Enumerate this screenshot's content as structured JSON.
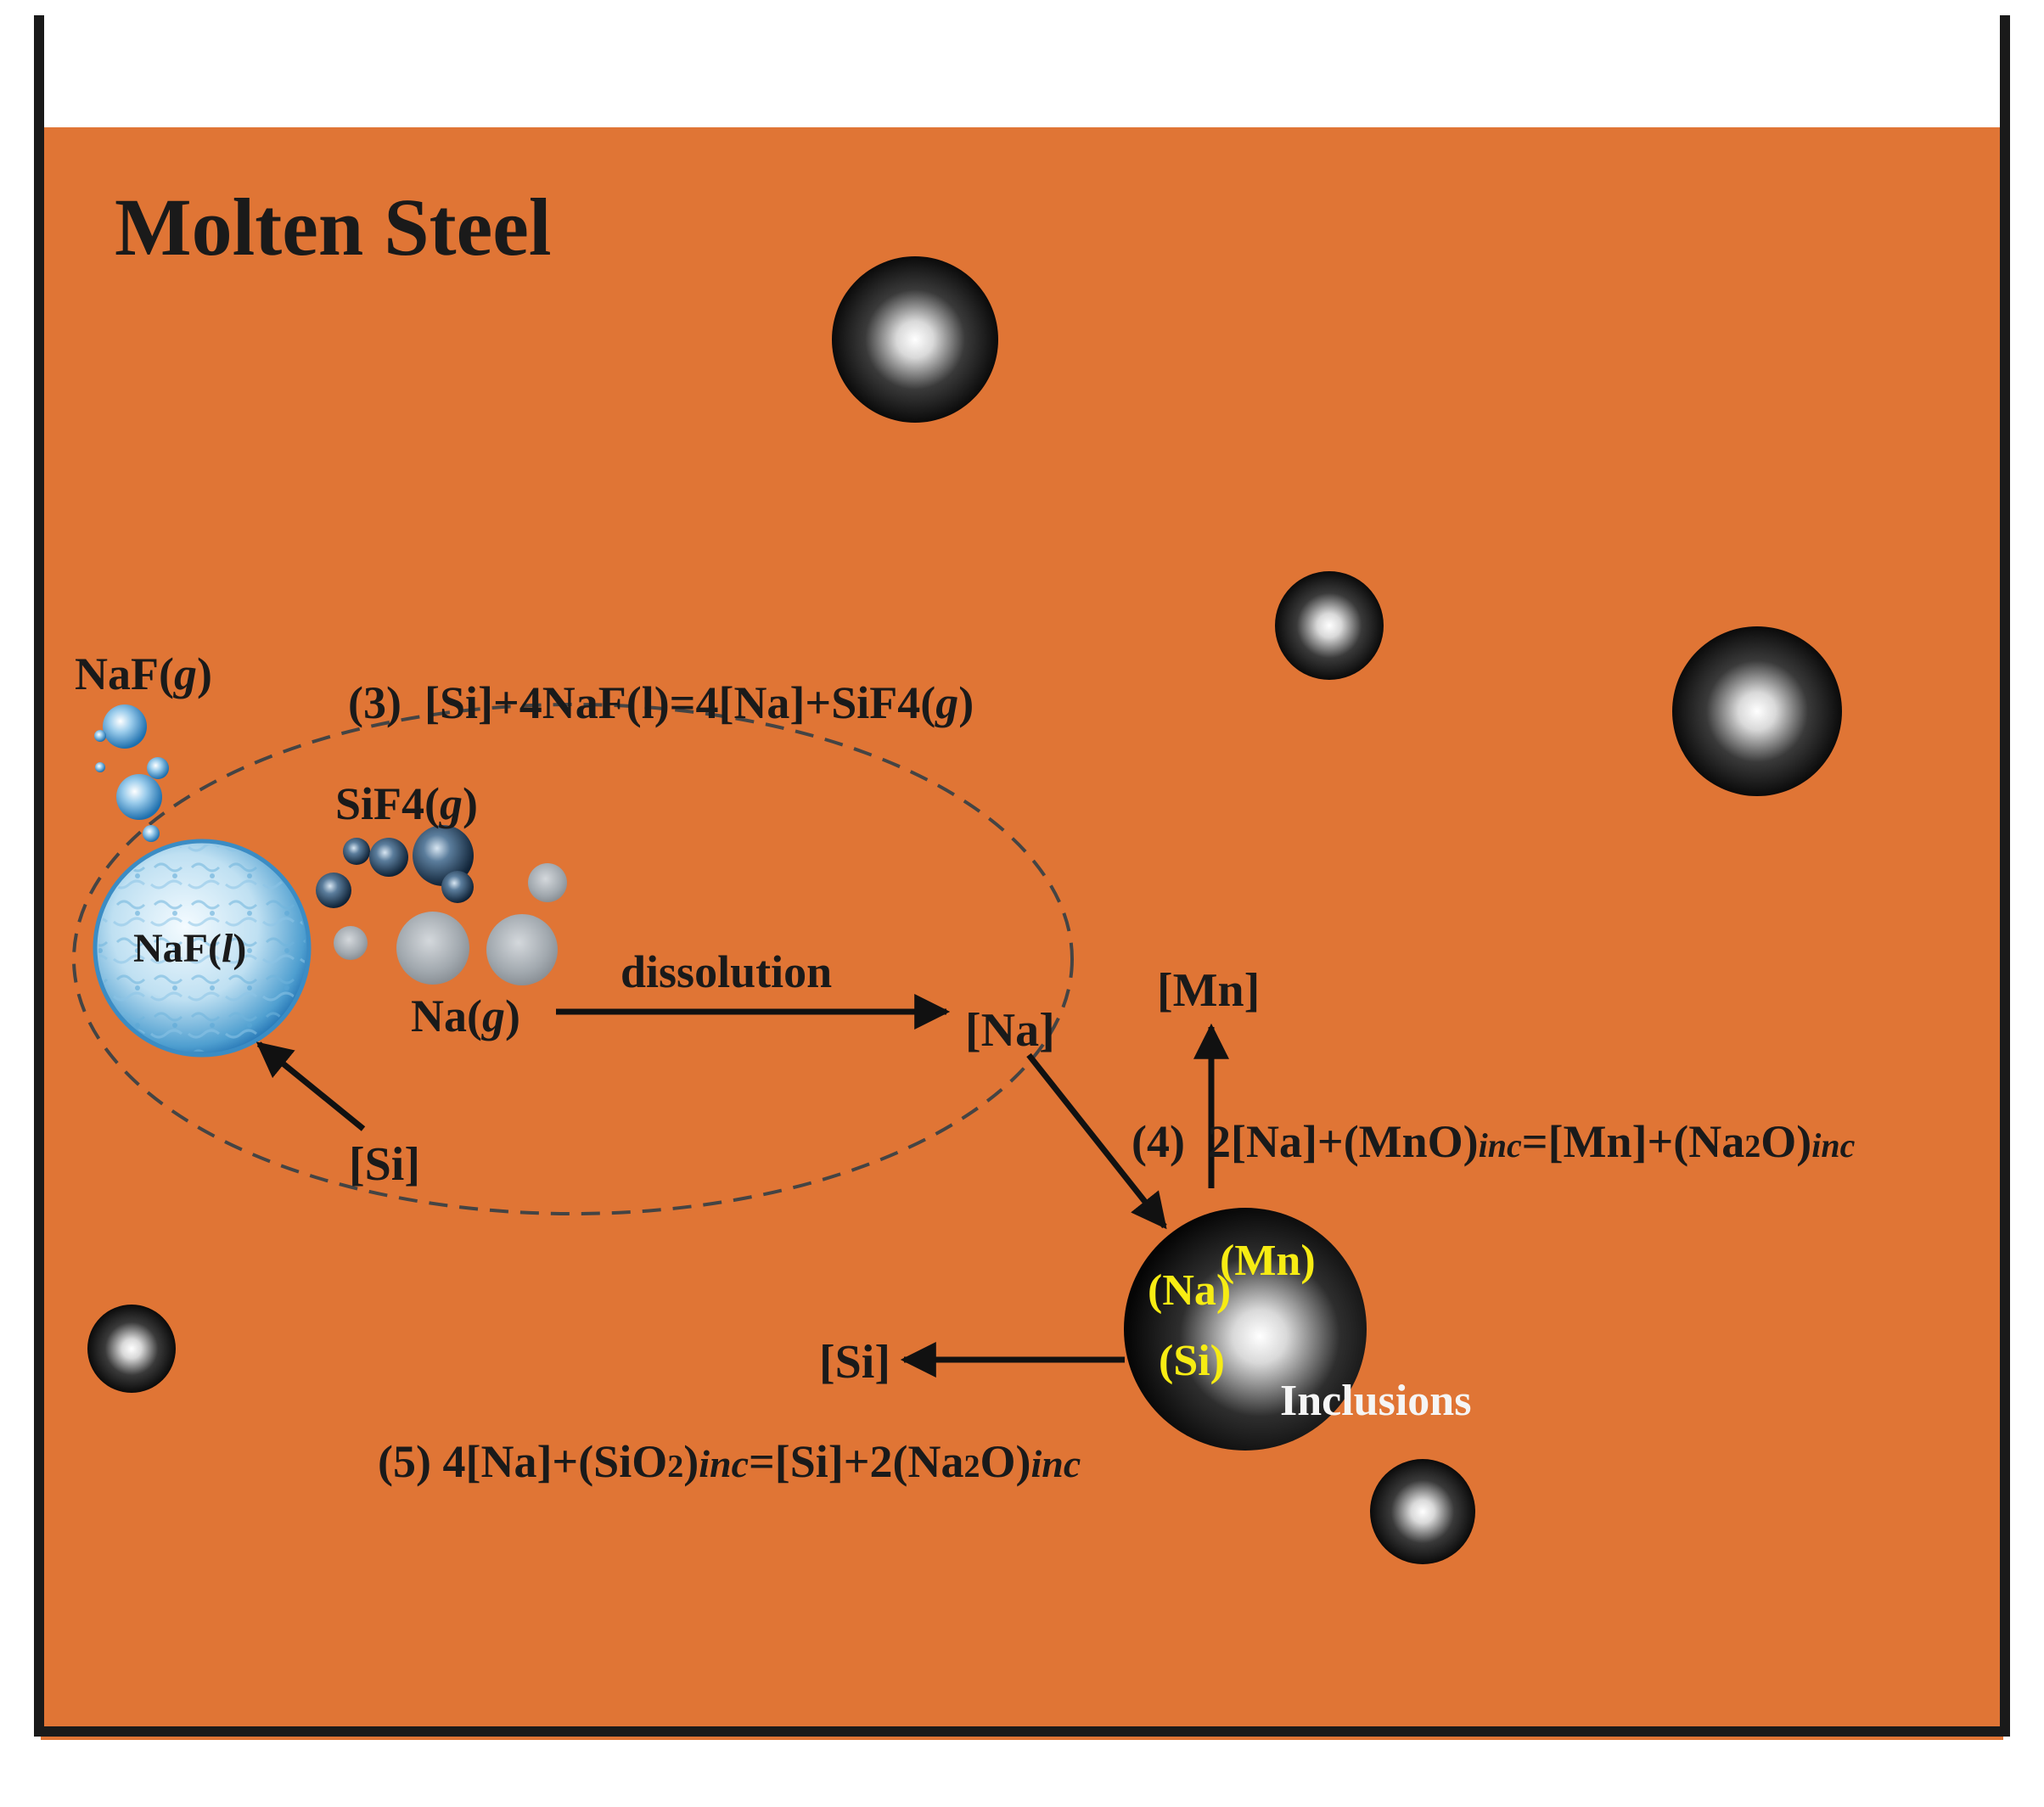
{
  "colors": {
    "steel": "#e07535",
    "outline": "#1a1a1a",
    "inclusion_label": "#f7ec13",
    "inclusions_text": "#f5f5f5",
    "naf_droplet": "#6fb4dc",
    "bubble_blue": "#2e89c8",
    "bubble_dark": "#1f3f60",
    "bubble_grey": "#a8aeb4"
  },
  "icons": {
    "inclusion": "dark-inclusion-sphere-icon",
    "naf_droplet": "naf-liquid-droplet-icon",
    "bubble": "gas-bubble-icon",
    "arrow": "reaction-arrow-icon"
  },
  "labels": {
    "title": "Molten Steel",
    "naf_gas": {
      "pre": "NaF(",
      "var": "g",
      "post": ")"
    },
    "reaction3": {
      "pre": "(3)  [Si]+4NaF(l)=4[Na]+SiF4(",
      "var": "g",
      "post": ")"
    },
    "sif4_gas": {
      "pre": "SiF4(",
      "var": "g",
      "post": ")"
    },
    "naf_liquid": {
      "pre": "NaF(",
      "var": "l",
      "post": ")"
    },
    "na_gas": {
      "pre": "Na(",
      "var": "g",
      "post": ")"
    },
    "dissolution": "dissolution",
    "na_dissolved": "[Na]",
    "si_reactant": "[Si]",
    "mn_product": "[Mn]",
    "reaction4": {
      "pre": "(4)  2[Na]+(MnO)",
      "sub1": "inc",
      "mid": "=[Mn]+(Na",
      "num": "2",
      "post": "O)",
      "sub2": "inc"
    },
    "inclusion_na": "(Na)",
    "inclusion_mn": "(Mn)",
    "inclusion_si": "(Si)",
    "inclusions": "Inclusions",
    "si_product": "[Si]",
    "reaction5": {
      "pre": "(5) 4[Na]+(SiO",
      "num": "2",
      "mid": ")",
      "sub1": "inc",
      "mid2": "=[Si]+2(Na",
      "num2": "2",
      "post": "O)",
      "sub2": "inc"
    }
  }
}
